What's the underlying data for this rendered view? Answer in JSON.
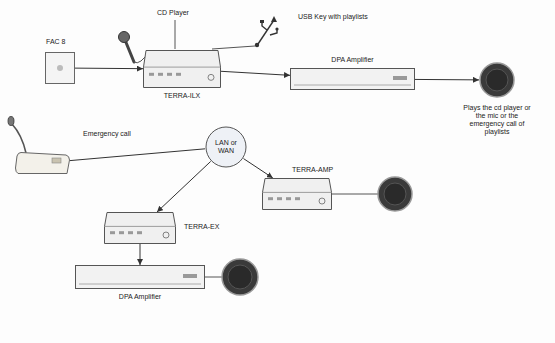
{
  "diagram": {
    "nodes": [
      {
        "text": [
          "FAC 8"
        ]
      },
      {
        "text": [
          "TERRA-ILX"
        ]
      },
      {
        "text": [
          "DPA Amplifier"
        ]
      },
      {
        "text": [
          "Plays the cd player or the mic or the emergency call of playlists"
        ]
      },
      {
        "text": [
          "Emergency call"
        ]
      },
      {
        "text": [
          "LAN or WAN"
        ]
      },
      {
        "text": [
          "TERRA-AMP"
        ]
      },
      {
        "text": [
          "TERRA-EX"
        ]
      },
      {
        "text": [
          "DPA Amplifier"
        ]
      }
    ],
    "edges": [
      {
        "from": 0,
        "to": 1,
        "arrow": "to"
      },
      {
        "from": 1,
        "to": 2,
        "arrow": "to"
      },
      {
        "from": 2,
        "to": 3,
        "arrow": "to"
      },
      {
        "from": 4,
        "to": 5,
        "arrow": "none"
      },
      {
        "from": 5,
        "to": 6,
        "arrow": "to"
      },
      {
        "from": 5,
        "to": 7,
        "arrow": "to"
      },
      {
        "from": 7,
        "to": 8,
        "arrow": "to"
      }
    ],
    "labels": [
      "CD Player",
      "USB Key with playlists"
    ]
  }
}
